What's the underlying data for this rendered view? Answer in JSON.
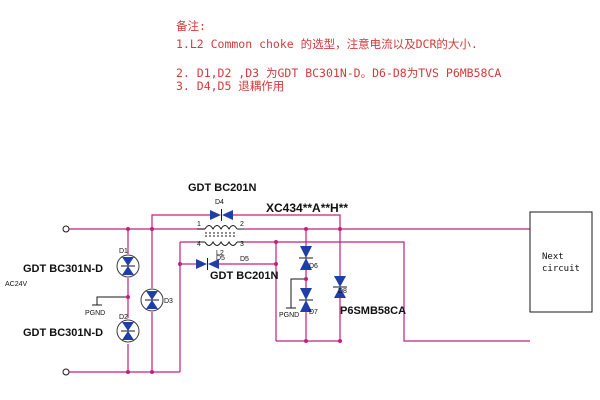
{
  "notes": {
    "title": "备注:",
    "line1": "1.L2 Common choke 的选型，注意电流以及DCR的大小.",
    "line2": "2. D1,D2 ,D3 为GDT BC301N-D。D6-D8为TVS P6MB58CA",
    "line3": "3. D4,D5 退耦作用"
  },
  "labels": {
    "gdt_top": "GDT BC201N",
    "gdt_mid": "GDT BC201N",
    "gdt_d1": "GDT BC301N-D",
    "gdt_d2": "GDT BC301N-D",
    "choke": "XC434**A**H**",
    "tvs": "P6SMB58CA",
    "ac24v": "AC24V",
    "pgnd_left": "PGND",
    "pgnd_right": "PGND",
    "next_circuit_1": "Next",
    "next_circuit_2": "circuit"
  },
  "refdes": {
    "d1": "D1",
    "d2": "D2",
    "d3": "D3",
    "d4": "D4",
    "d5": "D5",
    "d6": "D6",
    "d7": "D7",
    "d8": "D8",
    "l2": "L2",
    "pin1": "1",
    "pin2": "2",
    "pin3": "3",
    "pin4": "4"
  },
  "colors": {
    "wire": "#c3207a",
    "note_text": "#d03b3b",
    "diode": "#1f3fa8"
  }
}
